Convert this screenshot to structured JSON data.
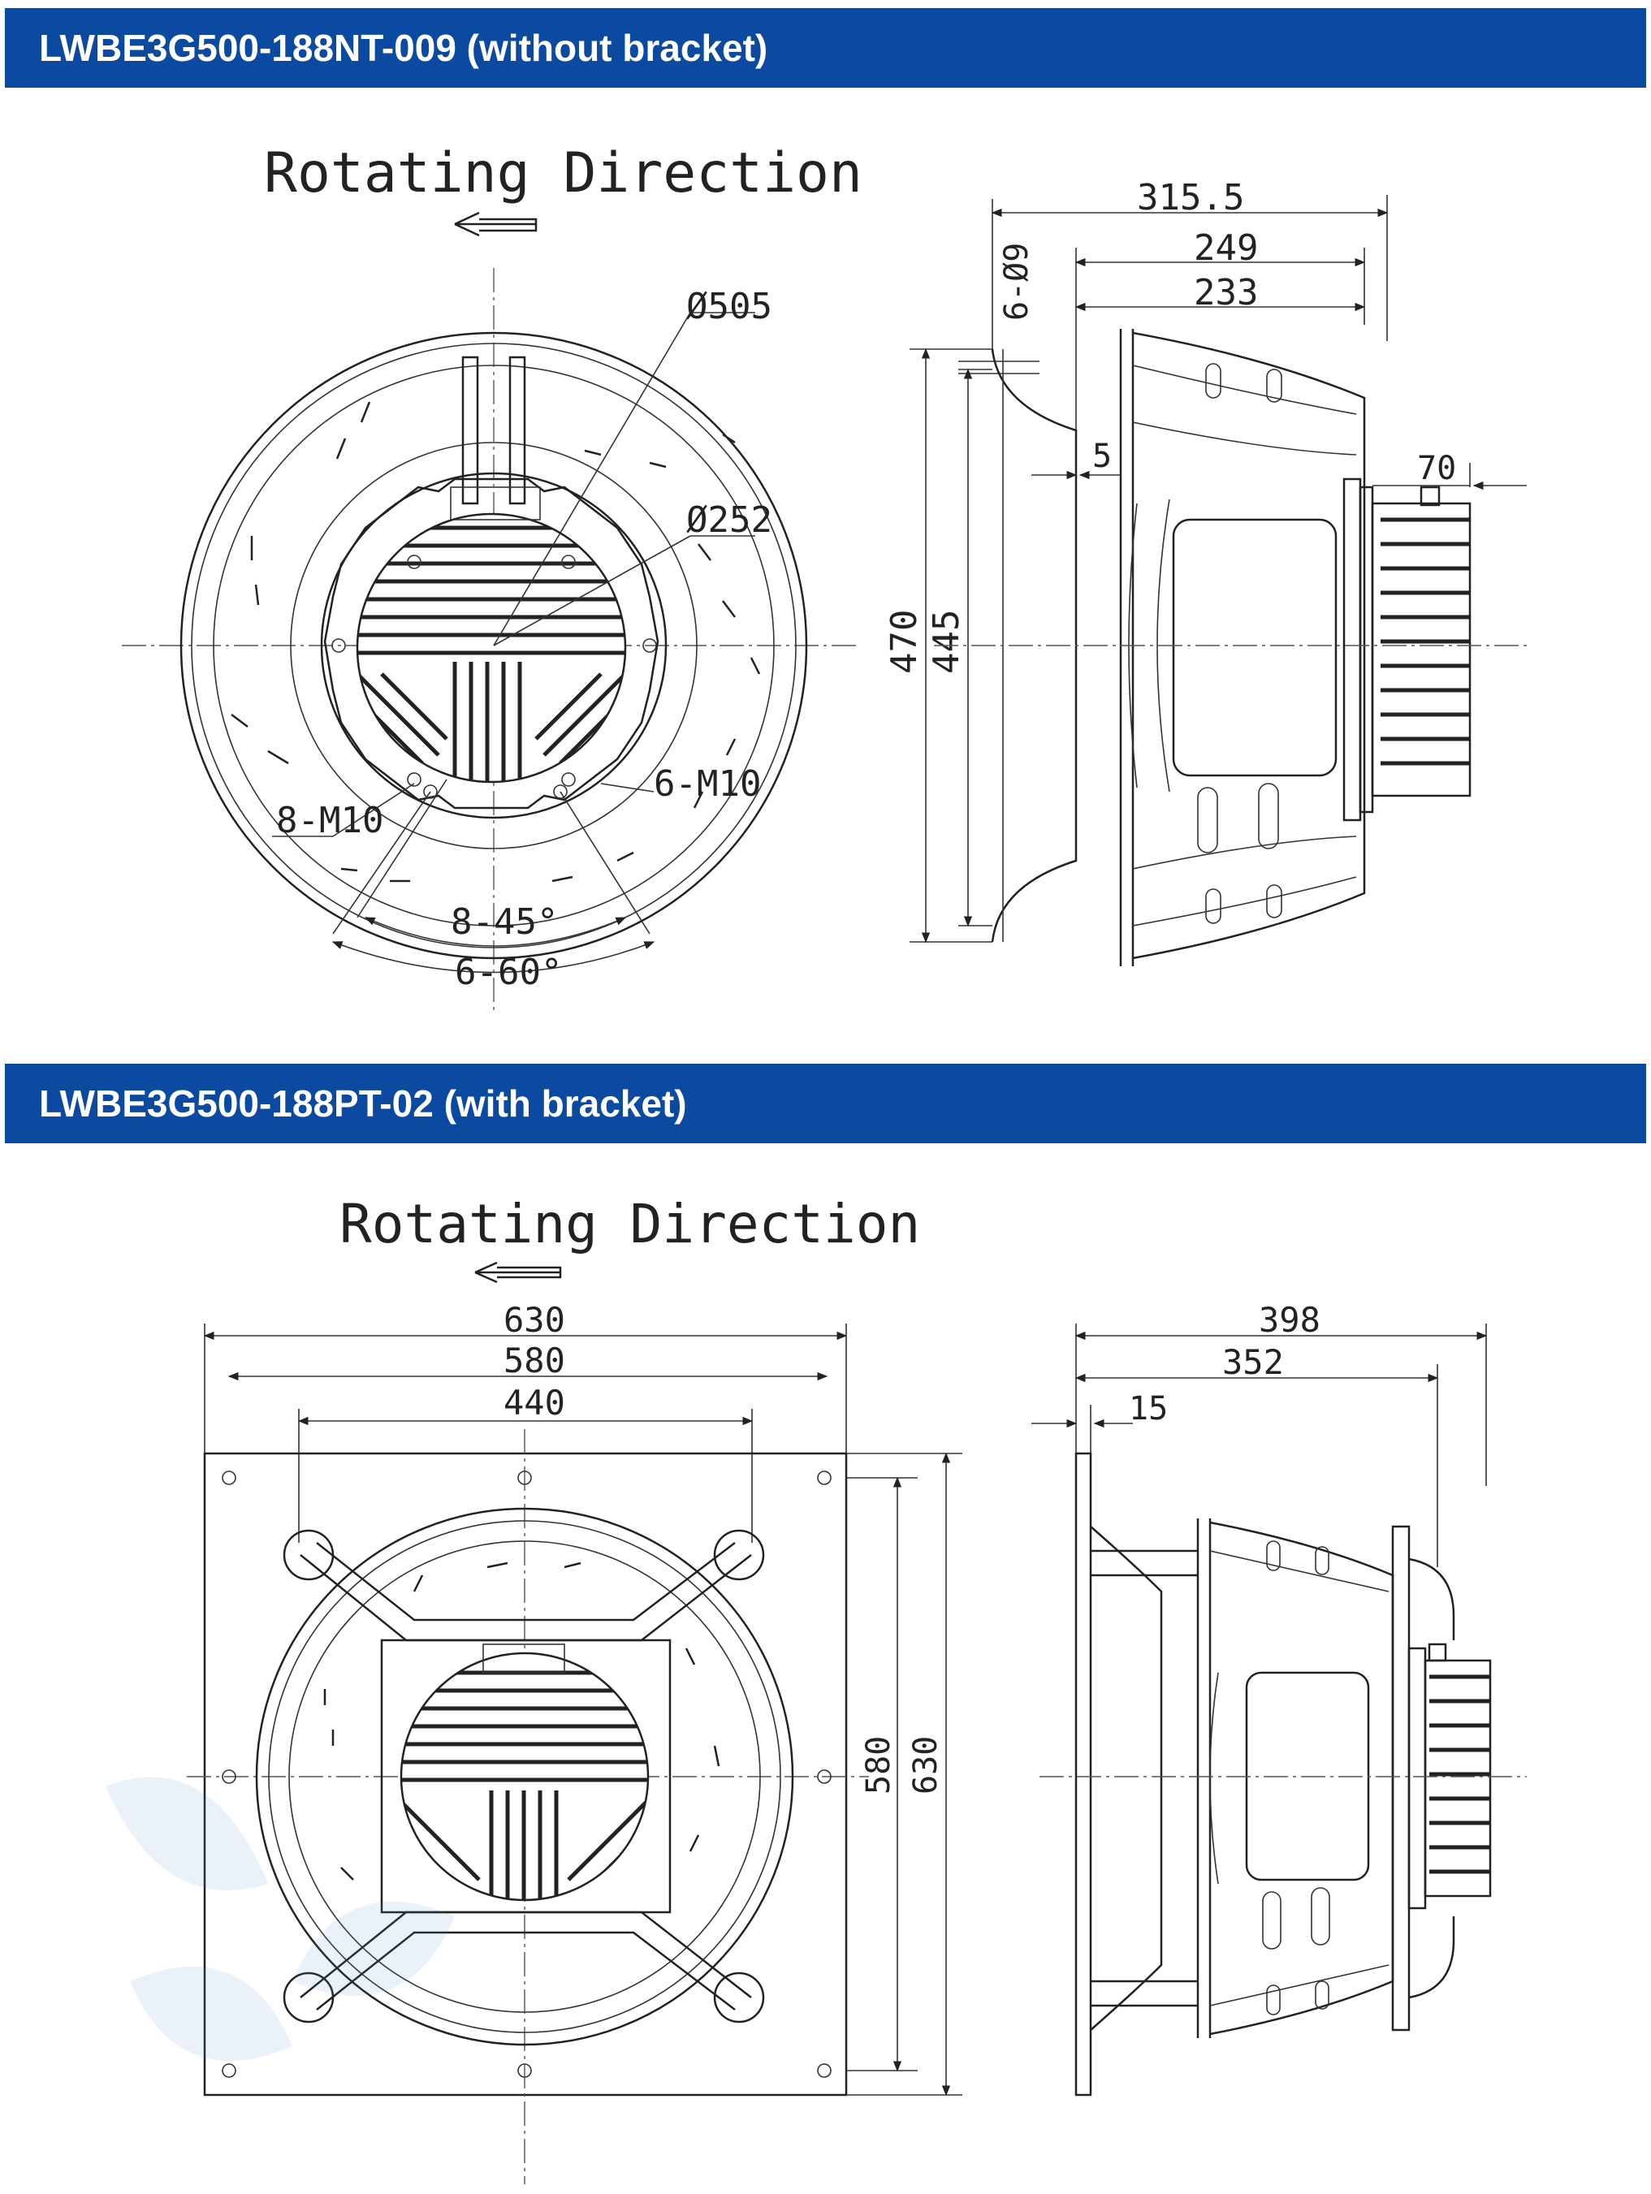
{
  "section1": {
    "title": "LWBE3G500-188NT-009 (without bracket)",
    "rotating_label": "Rotating Direction",
    "dims": {
      "d_outer": "Ø505",
      "d_inner": "Ø252",
      "m10_6": "6-M10",
      "m10_8": "8-M10",
      "angle_45": "8-45°",
      "angle_60": "6-60°",
      "w_315": "315.5",
      "w_249": "249",
      "w_233": "233",
      "h_470": "470",
      "h_445": "445",
      "holes": "6-Ø9",
      "d_5": "5",
      "d_70": "70"
    }
  },
  "section2": {
    "title": "LWBE3G500-188PT-02 (with bracket)",
    "rotating_label": "Rotating Direction",
    "dims": {
      "w_630": "630",
      "w_580": "580",
      "w_440": "440",
      "h_580": "580",
      "h_630": "630",
      "w_398": "398",
      "w_352": "352",
      "d_15": "15"
    }
  },
  "colors": {
    "banner": "#0b4aa0",
    "line": "#222222"
  },
  "icons": [
    "arrow-left-icon",
    "watermark-fan-logo"
  ]
}
